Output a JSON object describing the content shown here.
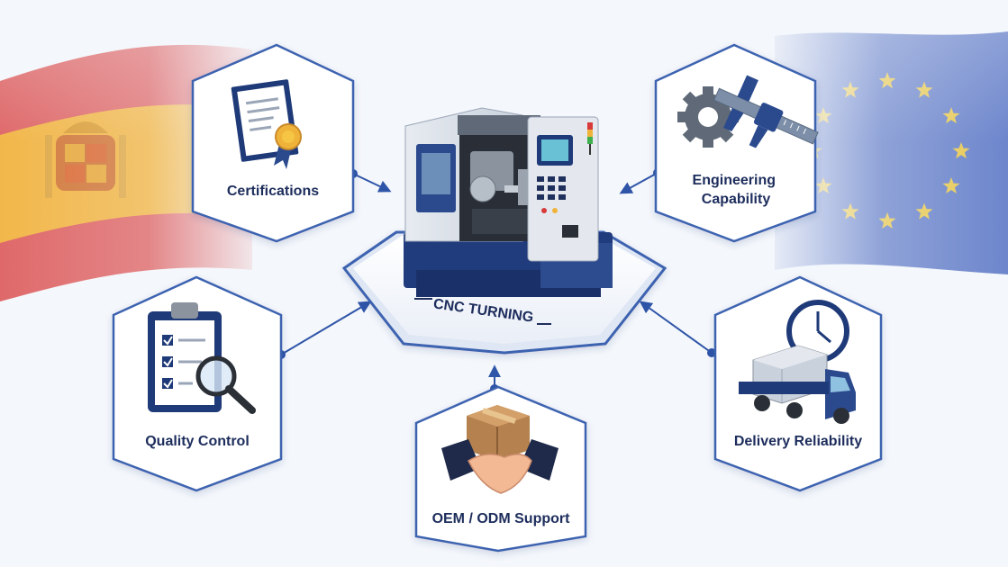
{
  "center": {
    "label": "CNC TURNING"
  },
  "nodes": [
    {
      "id": "certifications",
      "label_lines": [
        "Certifications"
      ],
      "icon": "certificate-icon"
    },
    {
      "id": "engineering",
      "label_lines": [
        "Engineering",
        "Capability"
      ],
      "icon": "gear-caliper-icon"
    },
    {
      "id": "quality",
      "label_lines": [
        "Quality Control"
      ],
      "icon": "clipboard-magnifier-icon"
    },
    {
      "id": "oem",
      "label_lines": [
        "OEM / ODM Support"
      ],
      "icon": "handshake-box-icon"
    },
    {
      "id": "delivery",
      "label_lines": [
        "Delivery Reliability"
      ],
      "icon": "truck-clock-icon"
    }
  ],
  "colors": {
    "navy": "#1f3a78",
    "border": "#3d63b0",
    "background": "#f4f7fb",
    "spain_red": "#d8393a",
    "spain_yellow": "#f6c544",
    "eu_blue": "#3355b8",
    "eu_star": "#f5d24a"
  }
}
